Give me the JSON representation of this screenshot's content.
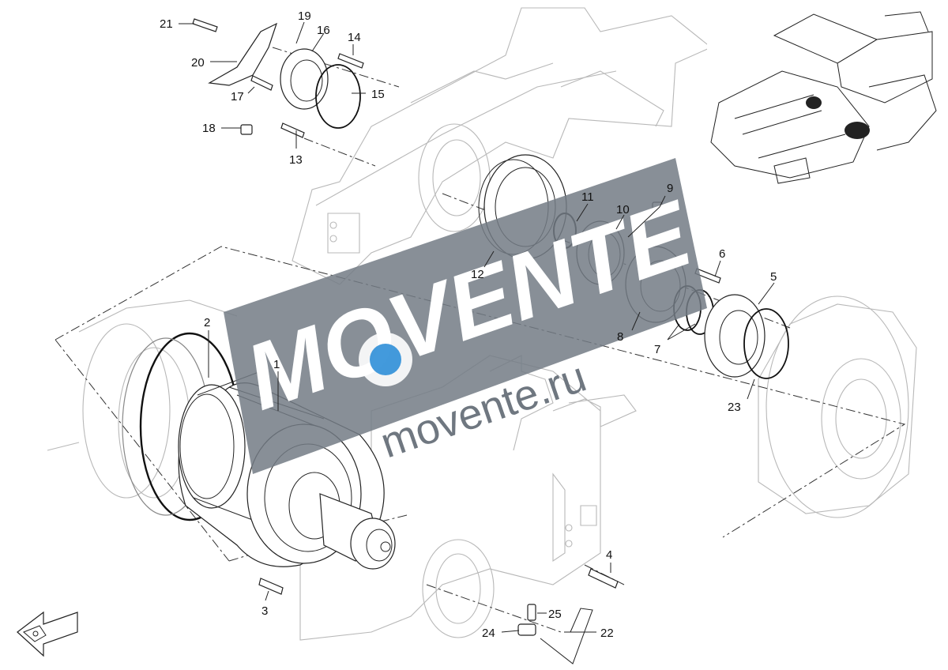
{
  "callouts": [
    {
      "id": "c1",
      "text": "1"
    },
    {
      "id": "c2",
      "text": "2"
    },
    {
      "id": "c3",
      "text": "3"
    },
    {
      "id": "c4",
      "text": "4"
    },
    {
      "id": "c5",
      "text": "5"
    },
    {
      "id": "c6",
      "text": "6"
    },
    {
      "id": "c7",
      "text": "7"
    },
    {
      "id": "c8",
      "text": "8"
    },
    {
      "id": "c9",
      "text": "9"
    },
    {
      "id": "c10",
      "text": "10"
    },
    {
      "id": "c11",
      "text": "11"
    },
    {
      "id": "c12",
      "text": "12"
    },
    {
      "id": "c13",
      "text": "13"
    },
    {
      "id": "c14",
      "text": "14"
    },
    {
      "id": "c15",
      "text": "15"
    },
    {
      "id": "c16",
      "text": "16"
    },
    {
      "id": "c17",
      "text": "17"
    },
    {
      "id": "c18",
      "text": "18"
    },
    {
      "id": "c19",
      "text": "19"
    },
    {
      "id": "c20",
      "text": "20"
    },
    {
      "id": "c21",
      "text": "21"
    },
    {
      "id": "c22",
      "text": "22"
    },
    {
      "id": "c23",
      "text": "23"
    },
    {
      "id": "c24",
      "text": "24"
    },
    {
      "id": "c25",
      "text": "25"
    }
  ],
  "watermark": {
    "brand": "MOVENTE",
    "url": "movente.ru",
    "color": "#6f7780",
    "accent": "#2f8fd8"
  },
  "icons": {
    "orientation": "orientation-arrow-icon",
    "inset": "machine-overview-inset"
  }
}
